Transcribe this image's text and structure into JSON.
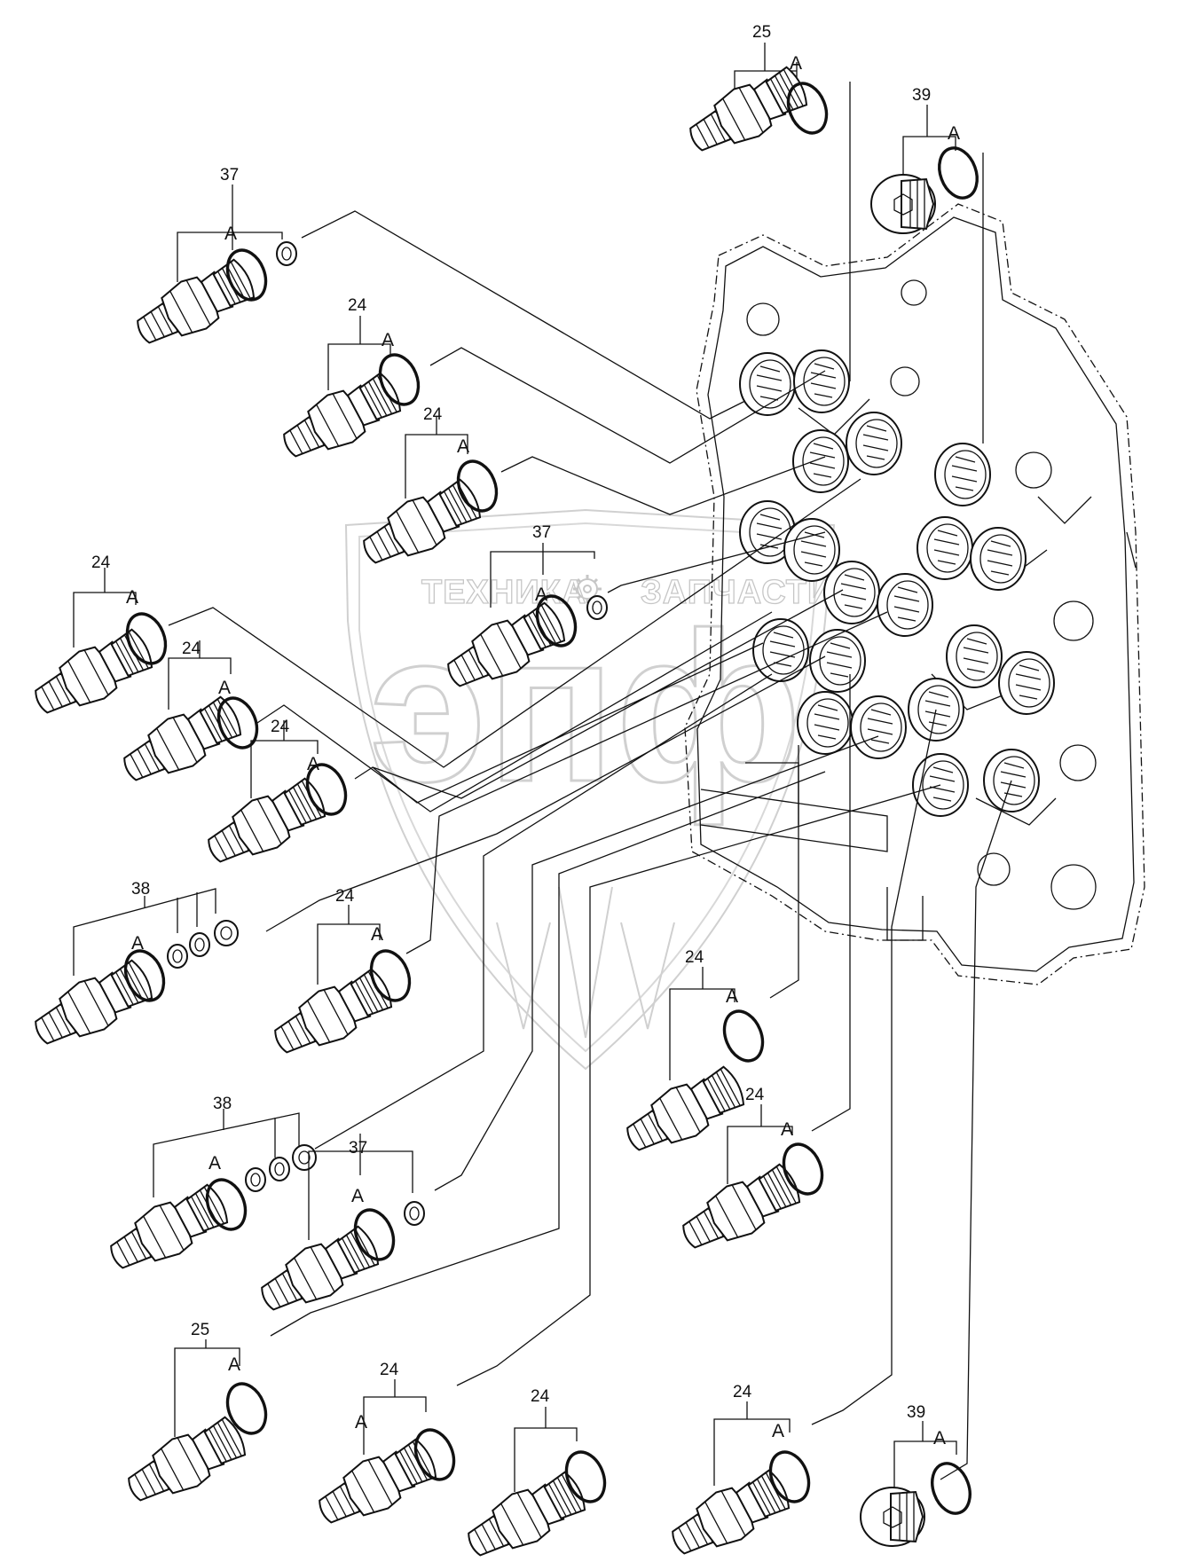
{
  "watermark": {
    "left_text": "ТЕХНИКА",
    "right_text": "ЗАПЧАСТИ",
    "logo_letters": "эпф",
    "icon": "gear-icon"
  },
  "ring_letter": "A",
  "callouts": [
    {
      "id": "c25_top",
      "number": "25"
    },
    {
      "id": "c39_top",
      "number": "39"
    },
    {
      "id": "c37_a",
      "number": "37"
    },
    {
      "id": "c24_a",
      "number": "24"
    },
    {
      "id": "c24_b",
      "number": "24"
    },
    {
      "id": "c37_b",
      "number": "37"
    },
    {
      "id": "c24_c",
      "number": "24"
    },
    {
      "id": "c24_d",
      "number": "24"
    },
    {
      "id": "c24_e",
      "number": "24"
    },
    {
      "id": "c38_a",
      "number": "38"
    },
    {
      "id": "c24_f",
      "number": "24"
    },
    {
      "id": "c24_g",
      "number": "24"
    },
    {
      "id": "c24_h",
      "number": "24"
    },
    {
      "id": "c38_b",
      "number": "38"
    },
    {
      "id": "c37_c",
      "number": "37"
    },
    {
      "id": "c25_b",
      "number": "25"
    },
    {
      "id": "c24_i",
      "number": "24"
    },
    {
      "id": "c24_j",
      "number": "24"
    },
    {
      "id": "c24_k",
      "number": "24"
    },
    {
      "id": "c39_b",
      "number": "39"
    }
  ]
}
